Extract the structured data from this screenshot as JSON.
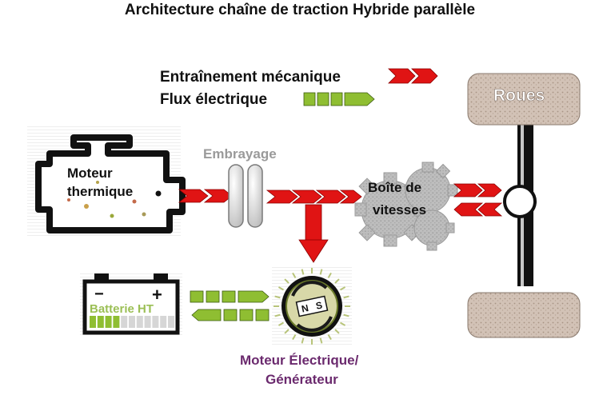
{
  "title": "Architecture chaîne de traction Hybride parallèle",
  "legend": {
    "mechanical_label": "Entraînement mécanique",
    "electrical_label": "Flux électrique"
  },
  "components": {
    "engine": {
      "line1": "Moteur",
      "line2": "thermique"
    },
    "clutch": {
      "label": "Embrayage"
    },
    "gearbox": {
      "line1": "Boîte de",
      "line2": "vitesses"
    },
    "wheels": {
      "label": "Roues"
    },
    "battery": {
      "label": "Batterie HT",
      "charge_segments_total": 11,
      "charge_segments_filled": 4
    },
    "motor": {
      "line1": "Moteur Électrique/",
      "line2": "Générateur",
      "pole_n": "N",
      "pole_s": "S"
    }
  },
  "colors": {
    "mechanical_arrow": "#e01414",
    "electrical_arrow": "#8fbe32",
    "motor_label": "#6b2a6e",
    "clutch_label": "#9a9a9a",
    "wheel_fill": "#d4c4b8",
    "gear_fill": "#b9b9b9"
  }
}
